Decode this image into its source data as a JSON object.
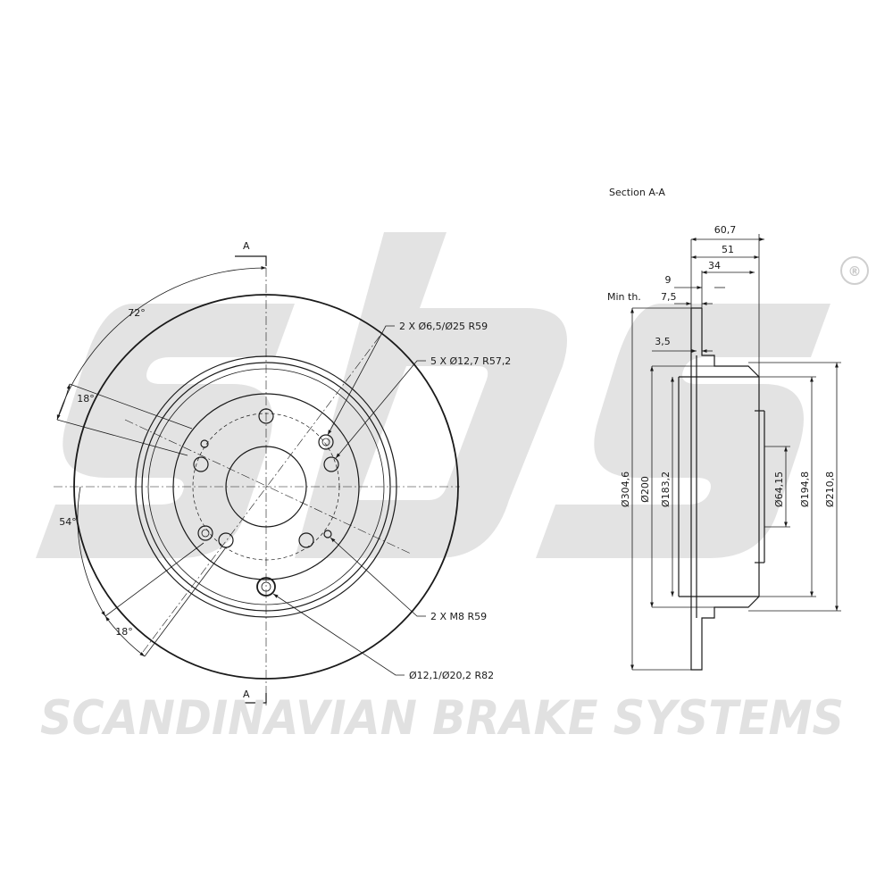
{
  "watermark": {
    "logo_text": "sbs",
    "registered_mark": "®"
  },
  "brand": {
    "footer_text": "SCANDINAVIAN BRAKE SYSTEMS"
  },
  "section": {
    "title": "Section A-A",
    "cut_label": "A"
  },
  "front_view": {
    "angles": {
      "a72": "72°",
      "a18_top": "18°",
      "a54": "54°",
      "a18_bottom": "18°"
    },
    "callouts": {
      "holes_2x": "2 X Ø6,5/Ø25 R59",
      "holes_5x": "5 X Ø12,7 R57,2",
      "threads_2x": "2 X M8 R59",
      "single_hole": "Ø12,1/Ø20,2 R82"
    }
  },
  "section_view": {
    "widths": {
      "w60_7": "60,7",
      "w51": "51",
      "w34": "34",
      "w9": "9"
    },
    "min_thickness": {
      "label": "Min th.",
      "value": "7,5"
    },
    "hat_offset": "3,5",
    "diameters": {
      "d304_6": "Ø304,6",
      "d200": "Ø200",
      "d183_2": "Ø183,2",
      "d64_15": "Ø64,15",
      "d194_8": "Ø194,8",
      "d210_8": "Ø210,8"
    }
  },
  "colors": {
    "line": "#1a1a1a",
    "watermark": "#e1e1e1"
  }
}
